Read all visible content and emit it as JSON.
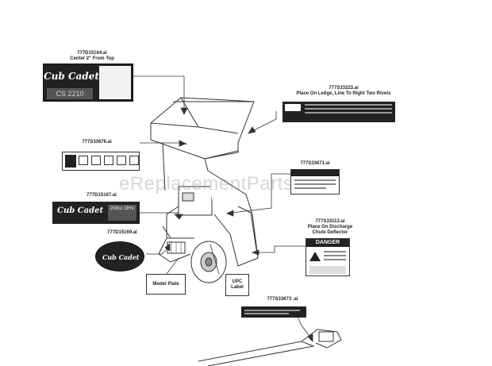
{
  "labels": {
    "l1_code": "777D15164.ai",
    "l1_note": "Center 2\" From Top",
    "l2_code": "777S33223.ai",
    "l2_note": "Place On Ledge, Line To Right Two Rivets",
    "l3_code": "777S33676.ai",
    "l4_code": "777S33671.ai",
    "l5_code": "777D15167.ai",
    "l6_code": "777D15169.ai",
    "l7_code": "777S33113.ai",
    "l7_note1": "Place On Discharge",
    "l7_note2": "Chute Deflector",
    "l8_code": "777S33673 .ai"
  },
  "decals": {
    "brand": "Cub Cadet",
    "model": "CS 2210",
    "engine_badge": "208cc OHV",
    "danger": "DANGER"
  },
  "callouts": {
    "model_plate": "Model Plate",
    "upc_label_line1": "UPC",
    "upc_label_line2": "Label"
  },
  "watermark": "eReplacementParts.com"
}
